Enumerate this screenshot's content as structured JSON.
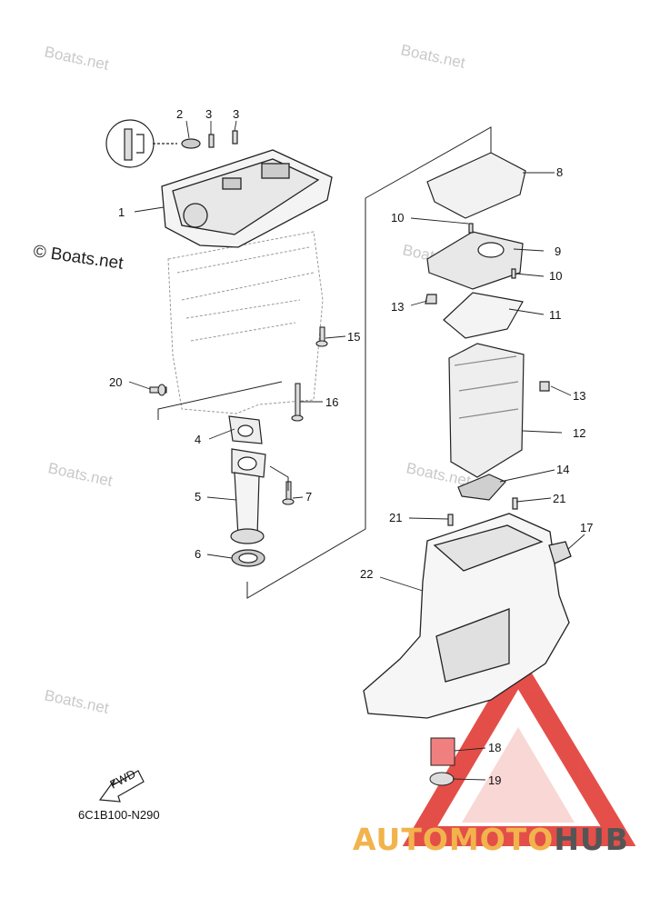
{
  "watermarks": {
    "top_left": "Boats.net",
    "top_right": "Boats.net",
    "mid_left": "© Boats.net",
    "mid_right": "Boats.net",
    "lower_left": "Boats.net",
    "lower_mid": "Boats.net",
    "bottom_left": "Boats.net"
  },
  "part_labels": [
    "1",
    "2",
    "3",
    "3",
    "4",
    "5",
    "6",
    "7",
    "8",
    "9",
    "10",
    "10",
    "11",
    "12",
    "13",
    "13",
    "14",
    "15",
    "16",
    "17",
    "18",
    "19",
    "20",
    "21",
    "21",
    "22"
  ],
  "fwd_label": "FWD",
  "diagram_code": "6C1B100-N290",
  "brand": {
    "part1": "AUTOMOTO",
    "part2": "HUB"
  },
  "colors": {
    "brand_orange": "#f2b34c",
    "brand_gray": "#555555",
    "triangle_red": "#e0302a",
    "watermark": "#c9c9c9"
  }
}
